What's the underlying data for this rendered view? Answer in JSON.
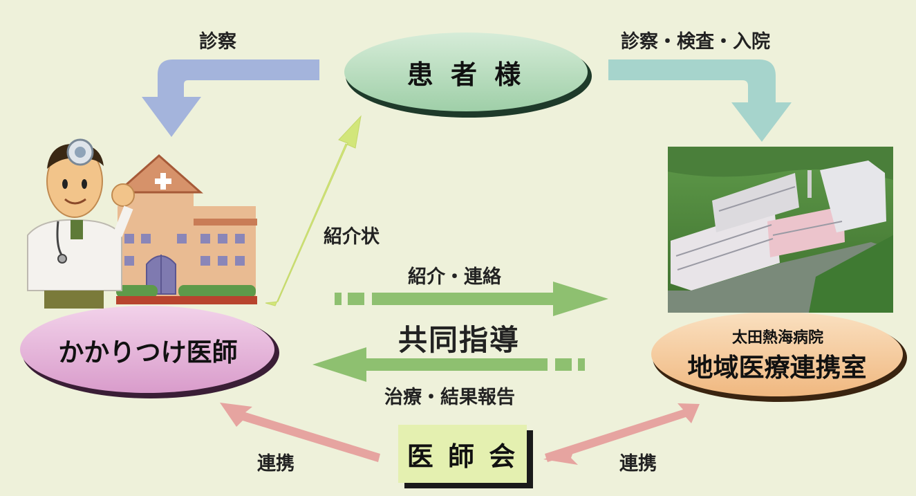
{
  "nodes": {
    "patient": "患 者 様",
    "family_doctor": "かかりつけ医師",
    "hospital_name": "太田熱海病院",
    "hospital_dept": "地域医療連携室",
    "medical_association": "医 師 会"
  },
  "edges": {
    "consult": "診察",
    "consult_exam_admit": "診察・検査・入院",
    "referral_letter": "紹介状",
    "referral_contact": "紹介・連絡",
    "joint_guidance": "共同指導",
    "treatment_report": "治療・結果報告",
    "cooperation_left": "連携",
    "cooperation_right": "連携"
  },
  "colors": {
    "background": "#eef1da",
    "patient_fill": "#b9dcc0",
    "doctor_fill": "#e6b6dc",
    "hospital_fill": "#f6cfa3",
    "association_fill": "#e4f0b0",
    "arrow_blue": "#a4b4dc",
    "arrow_teal": "#a6d4cc",
    "arrow_yellow": "#d2e67a",
    "arrow_green": "#8ec070",
    "arrow_pink": "#e6a4a0"
  },
  "icons": [
    "doctor-illustration",
    "clinic-building-icon",
    "hospital-photo"
  ]
}
